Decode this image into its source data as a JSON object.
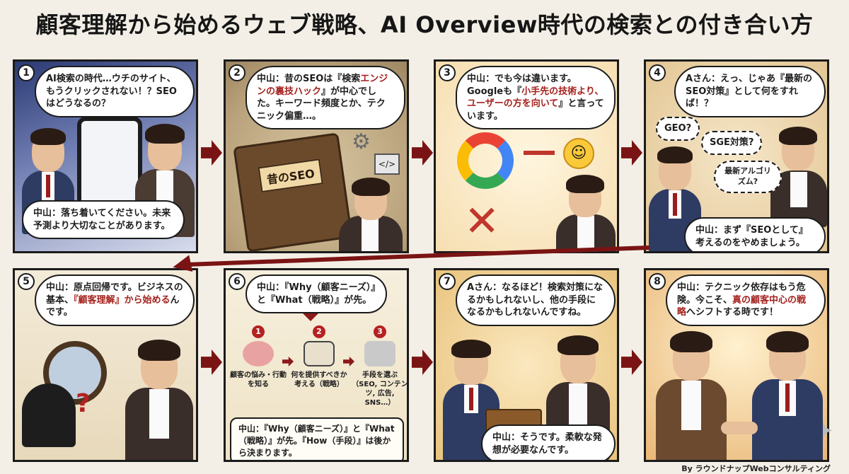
{
  "title": "顧客理解から始めるウェブ戦略、AI Overview時代の検索との付き合い方",
  "panels": [
    {
      "num": "1",
      "bubble_top": "AI検索の時代…ウチのサイト、もうクリックされない！？SEOはどうなるの？",
      "bubble_bottom": "中山：落ち着いてください。未来予測より大切なことがあります。"
    },
    {
      "num": "2",
      "speech_pre": "中山：昔のSEOは『検索",
      "speech_red": "エンジンの裏技ハック",
      "speech_post": "』が中心でした。キーワード頻度とか、テクニック偏重…。",
      "book_label": "昔のSEO"
    },
    {
      "num": "3",
      "speech_pre": "中山：でも今は違います。Googleも『",
      "speech_red": "小手先の技術より、ユーザーの方を向いて",
      "speech_post": "』と言っています。"
    },
    {
      "num": "4",
      "bubble_top": "Aさん：えっ、じゃあ『最新のSEO対策』として何をすれば！？",
      "thought_1": "GEO?",
      "thought_2": "SGE対策?",
      "thought_3": "最新アルゴリズム?",
      "bubble_bottom": "中山：まず『SEOとして』考えるのをやめましょう。"
    },
    {
      "num": "5",
      "speech_pre": "中山：原点回帰です。ビジネスの基本、",
      "speech_red": "『顧客理解』から始める",
      "speech_post": "んです。",
      "qmark": "?"
    },
    {
      "num": "6",
      "speech": "中山：『Why（顧客ニーズ）』と『What（戦略）』が先。",
      "steps": [
        {
          "n": "1",
          "label": "顧客の悩み・行動を知る"
        },
        {
          "n": "2",
          "label": "何を提供すべきか考える（戦略）"
        },
        {
          "n": "3",
          "label": "手段を選ぶ（SEO, コンテンツ, 広告, SNS…）"
        }
      ],
      "note": "中山：『Why（顧客ニーズ）』と『What（戦略）』が先。『How（手段）』は後から決まります。"
    },
    {
      "num": "7",
      "bubble_top": "Aさん：なるほど！検索対策になるかもしれないし、他の手段になるかもしれないんですね。",
      "bubble_bottom": "中山：そうです。柔軟な発想が必要なんです。"
    },
    {
      "num": "8",
      "speech_pre": "中山：テクニック依存はもう危険。今こそ、",
      "speech_red": "真の顧客中心の戦略",
      "speech_post": "へシフトする時です！"
    }
  ],
  "footer": "By ラウンドナップWebコンサルティング",
  "colors": {
    "accent_red": "#7a1414",
    "highlight_red": "#a3201c"
  }
}
